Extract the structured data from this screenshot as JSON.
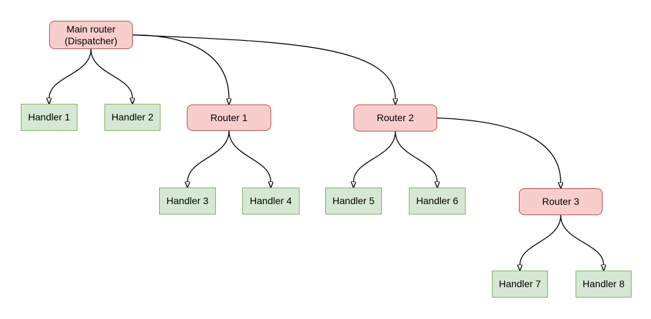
{
  "diagram": {
    "type": "flowchart-tree",
    "background_color": "#ffffff",
    "edge_color": "#000000",
    "styles": {
      "router": {
        "fill": "#f8cecc",
        "border": "#b85450",
        "shape": "rounded-rectangle"
      },
      "handler": {
        "fill": "#d5e8d4",
        "border": "#82b366",
        "shape": "rectangle"
      }
    },
    "nodes": {
      "main": {
        "label": "Main router\n(Dispatcher)",
        "type": "router"
      },
      "handler1": {
        "label": "Handler 1",
        "type": "handler"
      },
      "handler2": {
        "label": "Handler 2",
        "type": "handler"
      },
      "router1": {
        "label": "Router 1",
        "type": "router"
      },
      "router2": {
        "label": "Router 2",
        "type": "router"
      },
      "handler3": {
        "label": "Handler 3",
        "type": "handler"
      },
      "handler4": {
        "label": "Handler 4",
        "type": "handler"
      },
      "handler5": {
        "label": "Handler 5",
        "type": "handler"
      },
      "handler6": {
        "label": "Handler 6",
        "type": "handler"
      },
      "router3": {
        "label": "Router 3",
        "type": "router"
      },
      "handler7": {
        "label": "Handler 7",
        "type": "handler"
      },
      "handler8": {
        "label": "Handler 8",
        "type": "handler"
      }
    },
    "edges": [
      {
        "from": "main",
        "to": "handler1"
      },
      {
        "from": "main",
        "to": "handler2"
      },
      {
        "from": "main",
        "to": "router1"
      },
      {
        "from": "main",
        "to": "router2"
      },
      {
        "from": "router1",
        "to": "handler3"
      },
      {
        "from": "router1",
        "to": "handler4"
      },
      {
        "from": "router2",
        "to": "handler5"
      },
      {
        "from": "router2",
        "to": "handler6"
      },
      {
        "from": "router2",
        "to": "router3"
      },
      {
        "from": "router3",
        "to": "handler7"
      },
      {
        "from": "router3",
        "to": "handler8"
      }
    ]
  }
}
